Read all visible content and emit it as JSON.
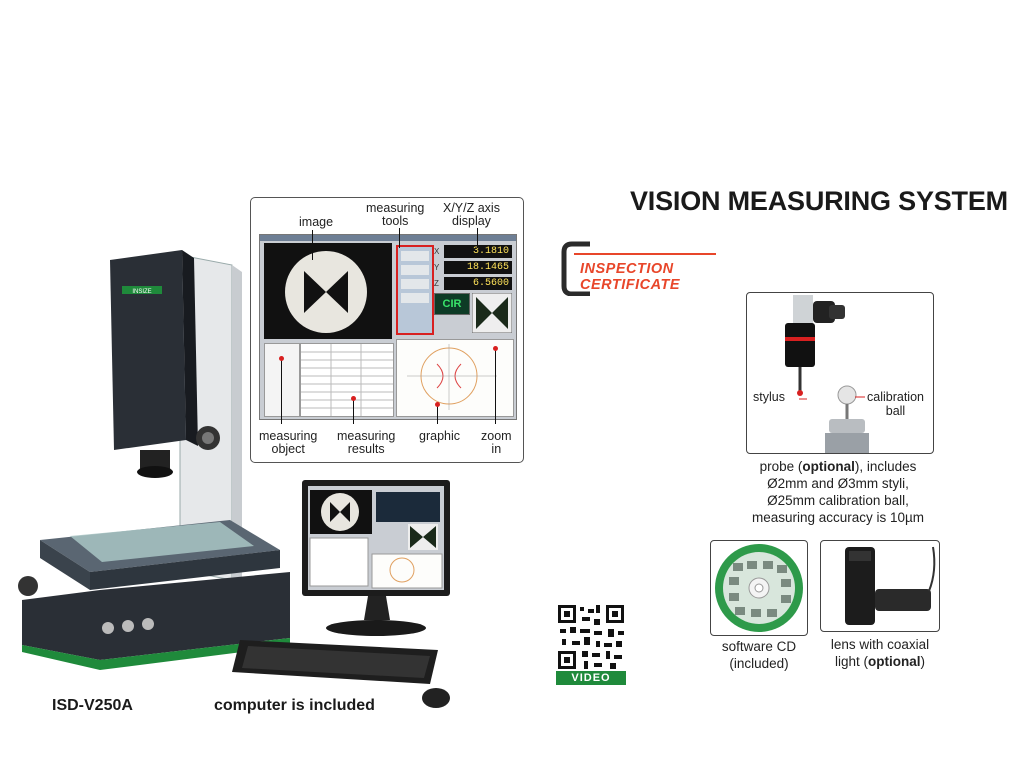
{
  "page_title": "VISION MEASURING SYSTEM",
  "certificate": {
    "line1": "INSPECTION",
    "line2": "CERTIFICATE"
  },
  "screen_callouts": {
    "image": "image",
    "measuring_tools": [
      "measuring",
      "tools"
    ],
    "axis_display": [
      "X/Y/Z axis",
      "display"
    ],
    "measuring_object": [
      "measuring",
      "object"
    ],
    "measuring_results": [
      "measuring",
      "results"
    ],
    "graphic": "graphic",
    "zoom_in": [
      "zoom",
      "in"
    ]
  },
  "axis_readouts": [
    {
      "axis": "X",
      "value": "3.1810"
    },
    {
      "axis": "Y",
      "value": "18.1465"
    },
    {
      "axis": "Z",
      "value": "6.5600"
    }
  ],
  "zoom_badge": "CIR",
  "machine_brand": "INSIZE",
  "model": "ISD-V250A",
  "computer_label": "computer is included",
  "probe": {
    "stylus_label": "stylus",
    "ball_label": [
      "calibration",
      "ball"
    ],
    "caption_pre": "probe (",
    "caption_bold": "optional",
    "caption_post": "), includes",
    "caption_lines": [
      "Ø2mm and Ø3mm styli,",
      "Ø25mm calibration ball,",
      "measuring accuracy is 10µm"
    ]
  },
  "software_cd": [
    "software CD",
    "(included)"
  ],
  "lens": {
    "line1": "lens with coaxial",
    "pre": "light (",
    "bold": "optional",
    "post": ")"
  },
  "qr_label": "VIDEO",
  "colors": {
    "accent_orange": "#e8462a",
    "brand_green": "#1f8a3b",
    "machine_dark": "#2a2f36",
    "marker_red": "#d82020"
  }
}
